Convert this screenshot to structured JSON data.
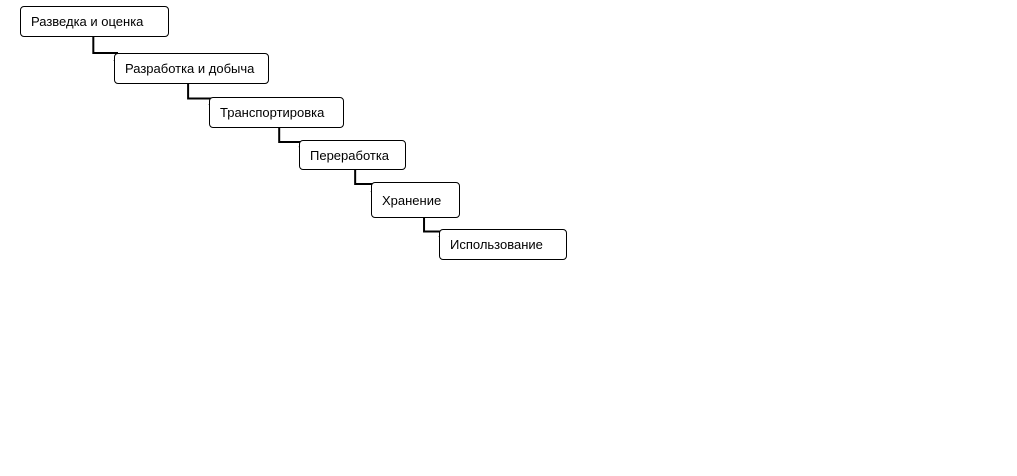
{
  "diagram": {
    "steps": [
      {
        "label": "Разведка и оценка"
      },
      {
        "label": "Разработка и добыча"
      },
      {
        "label": "Транспортировка"
      },
      {
        "label": "Переработка"
      },
      {
        "label": "Хранение"
      },
      {
        "label": "Использование"
      }
    ],
    "line_color": "#000000",
    "box_border_color": "#000000",
    "box_fill_color": "#ffffff"
  }
}
